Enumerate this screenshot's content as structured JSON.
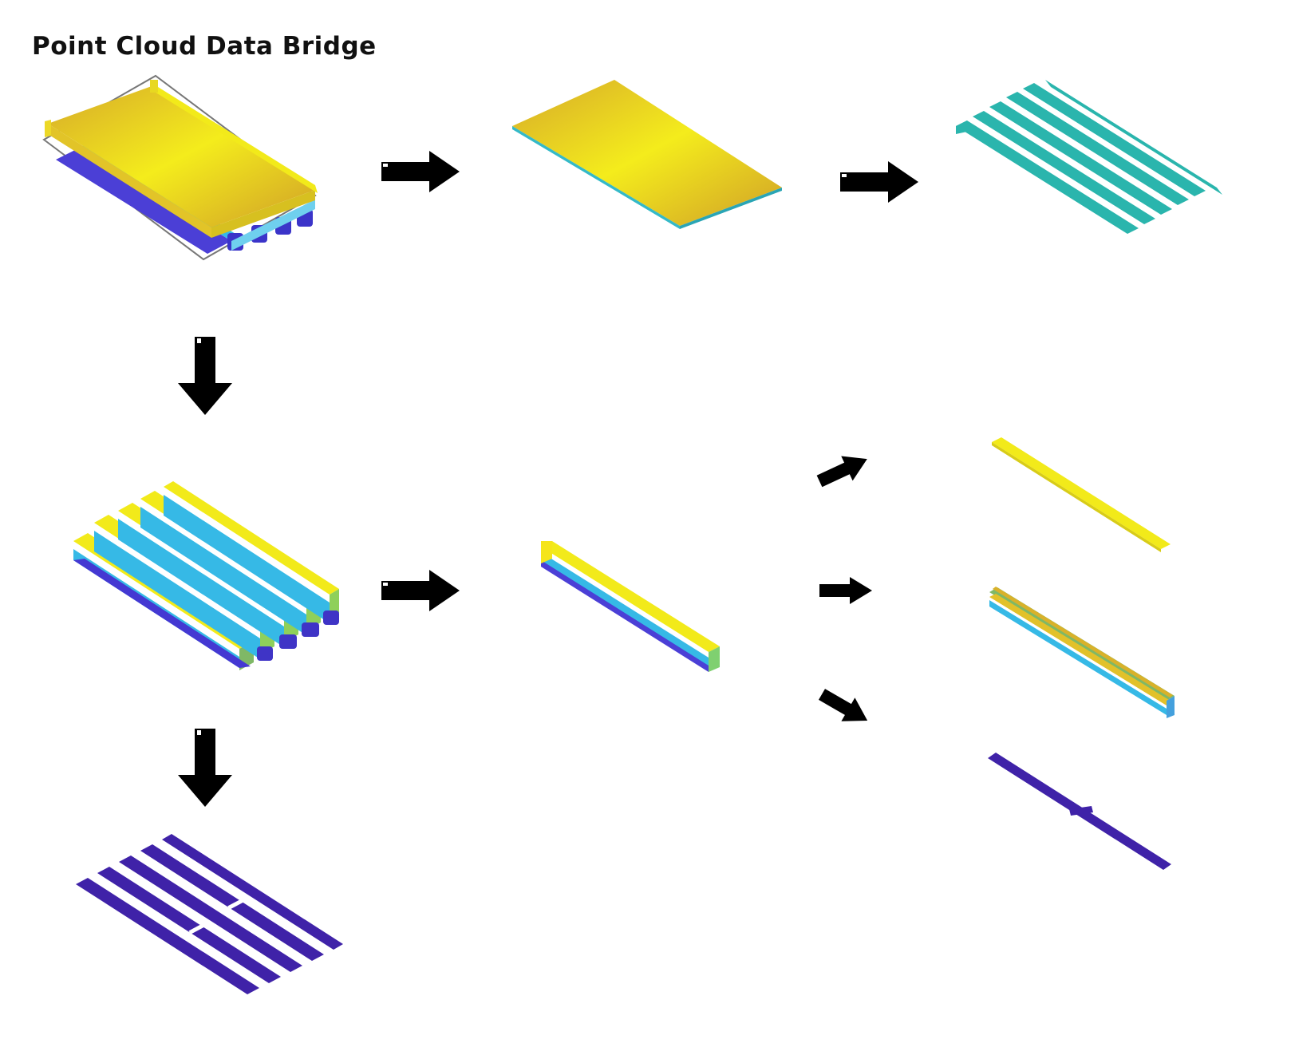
{
  "title": "Point Cloud Data Bridge",
  "colors": {
    "deck_yellow": "#f2ea1a",
    "deck_gold": "#d9b12a",
    "girder_blue": "#4b3fd6",
    "girder_indigo": "#3f22a8",
    "girder_cyan": "#36b9e6",
    "teal_strip": "#2ab5ad",
    "web_green": "#7fb866",
    "arrow": "#000000"
  },
  "nodes": [
    {
      "id": "full-bridge-point-cloud",
      "description_icon": "bridge-3d-icon"
    },
    {
      "id": "deck-slab",
      "description_icon": "deck-slab-icon"
    },
    {
      "id": "deck-strips",
      "description_icon": "deck-strips-icon"
    },
    {
      "id": "girder-set",
      "description_icon": "girder-set-icon"
    },
    {
      "id": "girder-bottom-flanges",
      "description_icon": "bottom-flanges-icon"
    },
    {
      "id": "single-girder",
      "description_icon": "single-girder-icon"
    },
    {
      "id": "girder-top-flange",
      "description_icon": "top-flange-icon"
    },
    {
      "id": "girder-web",
      "description_icon": "web-icon"
    },
    {
      "id": "girder-bottom-flange",
      "description_icon": "bottom-flange-icon"
    }
  ],
  "edges": [
    {
      "from": "full-bridge-point-cloud",
      "to": "deck-slab"
    },
    {
      "from": "deck-slab",
      "to": "deck-strips"
    },
    {
      "from": "full-bridge-point-cloud",
      "to": "girder-set"
    },
    {
      "from": "girder-set",
      "to": "girder-bottom-flanges"
    },
    {
      "from": "girder-set",
      "to": "single-girder"
    },
    {
      "from": "single-girder",
      "to": "girder-top-flange"
    },
    {
      "from": "single-girder",
      "to": "girder-web"
    },
    {
      "from": "single-girder",
      "to": "girder-bottom-flange"
    }
  ]
}
